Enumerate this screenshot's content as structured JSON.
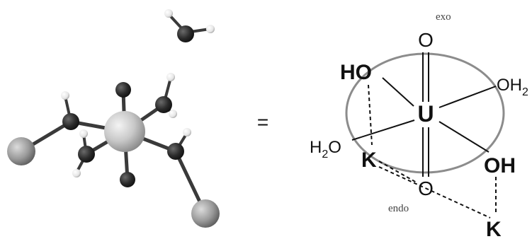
{
  "equals_sign": "=",
  "diagram": {
    "center_atom": "U",
    "oxo_top": "O",
    "oxo_bottom": "O",
    "label_exo": "exo",
    "label_endo": "endo",
    "hydroxide_left": "HO",
    "hydroxide_right": "OH",
    "water_right": {
      "base": "OH",
      "sub": "2"
    },
    "water_left": {
      "base": "H",
      "sub": "2",
      "tail": "O"
    },
    "potassium_inner": "K",
    "potassium_outer": "K"
  },
  "colors": {
    "ellipse": "#8c8c8c",
    "bond": "#111111",
    "uranium_sphere": "#c8c8c8",
    "potassium_sphere": "#9a9a9a",
    "oxygen_sphere": "#2b2b2b",
    "hydrogen_sphere": "#f0f0f0"
  }
}
